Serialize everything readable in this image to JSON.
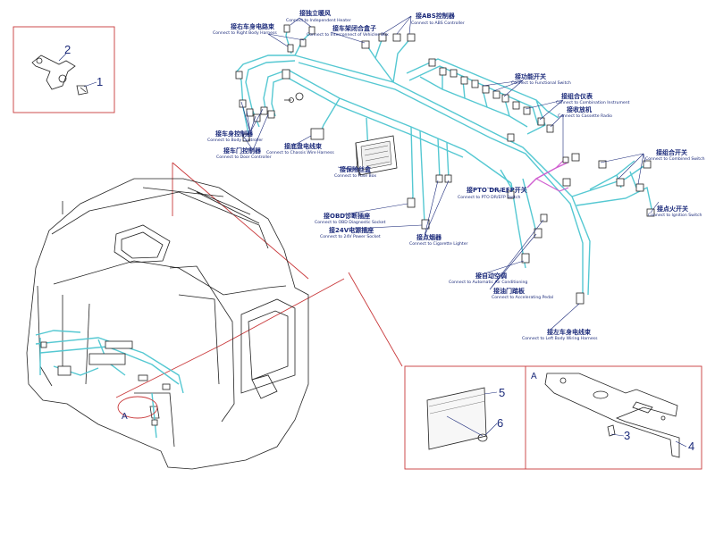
{
  "callouts": {
    "c01": {
      "cn": "接独立暖风",
      "en": "Connect to Independent Heater"
    },
    "c02": {
      "cn": "接ABS控制器",
      "en": "Connect to ABS Controller"
    },
    "c03": {
      "cn": "接右车身电路束",
      "en": "Connect to Right Body Harness"
    },
    "c04": {
      "cn": "接车架闭合盒子",
      "en": "Connect to Interconnect of Vehicles Box"
    },
    "c05": {
      "cn": "接功能开关",
      "en": "Connect to Functional Switch"
    },
    "c06": {
      "cn": "接组合仪表",
      "en": "Connect to Combination Instrument"
    },
    "c07": {
      "cn": "接收放机",
      "en": "Connect to Cassette Radio"
    },
    "c08": {
      "cn": "接车身控制器",
      "en": "Connect to Body Controller"
    },
    "c09": {
      "cn": "接车门控制器",
      "en": "Connect to Door Controller"
    },
    "c10": {
      "cn": "接底盘电线束",
      "en": "Connect to Chassis Wire Harness"
    },
    "c11": {
      "cn": "接组合开关",
      "en": "Connect to Combined Switch"
    },
    "c12": {
      "cn": "接保险丝盒",
      "en": "Connect to Fuse Box"
    },
    "c13": {
      "cn": "接PTO DR/EFP开关",
      "en": "Connect to PTO DR/EFP Switch"
    },
    "c14": {
      "cn": "接点火开关",
      "en": "Connect to Ignition Switch"
    },
    "c15": {
      "cn": "接OBD诊断插座",
      "en": "Connect to OBD Diagnostic Socket"
    },
    "c16": {
      "cn": "接24V电源插座",
      "en": "Connect to 24V Power Socket"
    },
    "c17": {
      "cn": "接点烟器",
      "en": "Connect to Cigarette Lighter"
    },
    "c18": {
      "cn": "接自动空调",
      "en": "Connect to Automatic Air Conditioning"
    },
    "c19": {
      "cn": "接油门踏板",
      "en": "Connect to Accelerating Pedal"
    },
    "c20": {
      "cn": "接左车身电线束",
      "en": "Connect to Left Body Wiring Harness"
    }
  },
  "parts": {
    "p1": "1",
    "p2": "2",
    "p3": "3",
    "p4": "4",
    "p5": "5",
    "p6": "6"
  },
  "views": {
    "detail_a_ref": "A",
    "detail_a_title": "A"
  }
}
